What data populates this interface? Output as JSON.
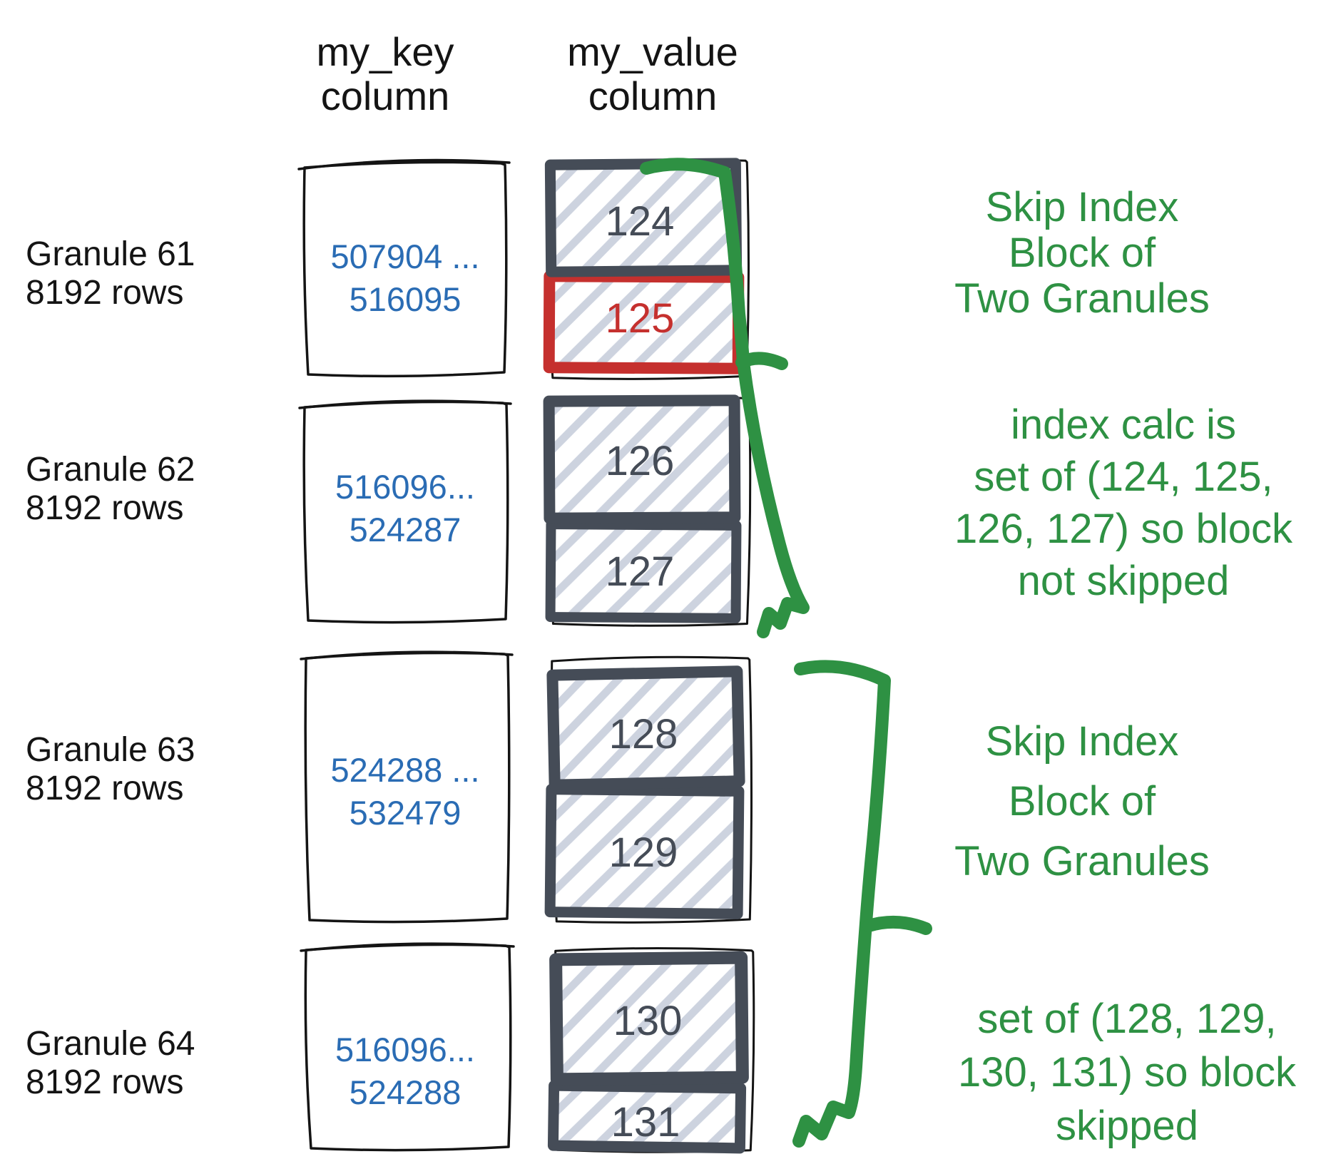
{
  "headers": {
    "key_line1": "my_key",
    "key_line2": "column",
    "value_line1": "my_value",
    "value_line2": "column"
  },
  "granules": [
    {
      "name_line1": "Granule 61",
      "name_line2": "8192 rows",
      "key_min": "507904 ...",
      "key_max": "516095",
      "values": [
        "124",
        "125"
      ]
    },
    {
      "name_line1": "Granule 62",
      "name_line2": "8192 rows",
      "key_min": "516096...",
      "key_max": "524287",
      "values": [
        "126",
        "127"
      ]
    },
    {
      "name_line1": "Granule 63",
      "name_line2": "8192 rows",
      "key_min": "524288 ...",
      "key_max": "532479",
      "values": [
        "128",
        "129"
      ]
    },
    {
      "name_line1": "Granule 64",
      "name_line2": "8192 rows",
      "key_min": "516096...",
      "key_max": "524288",
      "values": [
        "130",
        "131"
      ]
    }
  ],
  "annotations": {
    "block1": {
      "lines": [
        "Skip Index",
        "Block of",
        "Two Granules"
      ]
    },
    "block2": {
      "lines": [
        "index calc is",
        "set of (124, 125,",
        "126, 127) so block",
        "not skipped"
      ]
    },
    "block3": {
      "lines": [
        "Skip Index",
        "Block of",
        "Two Granules"
      ]
    },
    "block4": {
      "lines": [
        "set of (128, 129,",
        "130, 131) so block",
        "skipped"
      ]
    }
  },
  "highlighted_value": "125",
  "colors": {
    "annotation_green": "#2e9143",
    "key_text_blue": "#2a6cb4",
    "highlight_red": "#c5302e",
    "chunk_border_slate": "#454c57",
    "hatch_gray": "#cdd3df",
    "text_black": "#141414"
  }
}
